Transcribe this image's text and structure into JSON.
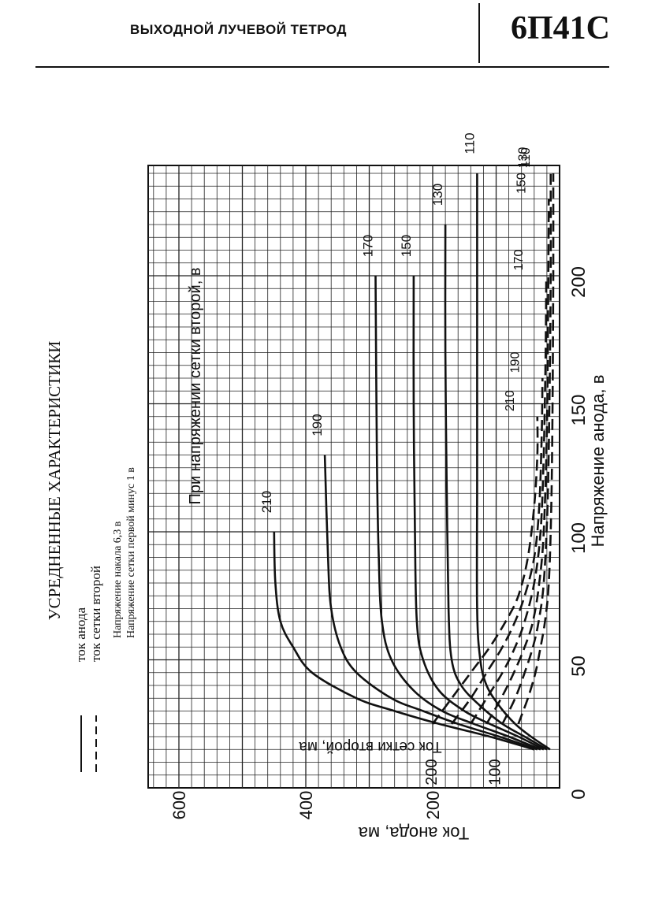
{
  "header": {
    "title": "ВЫХОДНОЙ ЛУЧЕВОЙ ТЕТРОД",
    "code": "6П41С"
  },
  "chart_data": {
    "type": "line",
    "title": "УСРЕДНЕННЫЕ ХАРАКТЕРИСТИКИ",
    "legend": [
      {
        "label": "ток анода",
        "style": "solid"
      },
      {
        "label": "ток сетки второй",
        "style": "dashed"
      }
    ],
    "conditions": [
      "Напряжение накала 6,3 в",
      "Напряжение сетки первой минус 1 в"
    ],
    "family_label": "При напряжении сетки второй, в",
    "xlabel": "Напряжение анода, в",
    "ylabel": "Ток анода, ма",
    "y2label": "Ток сетки второй, ма",
    "xlim": [
      0,
      240
    ],
    "ylim": [
      0,
      650
    ],
    "x_ticks": [
      "0",
      "50",
      "100",
      "150",
      "200"
    ],
    "y_ticks": [
      "200",
      "400",
      "600"
    ],
    "y2_ticks": [
      "100",
      "200"
    ],
    "grid": true,
    "rotated": "chart drawn rotated 90° counter-clockwise on the page",
    "series_anode": [
      {
        "name": "210",
        "x": [
          15,
          20,
          25,
          30,
          35,
          45,
          55,
          65,
          80,
          100
        ],
        "y": [
          40,
          110,
          190,
          260,
          320,
          390,
          420,
          440,
          448,
          450
        ]
      },
      {
        "name": "190",
        "x": [
          15,
          20,
          25,
          30,
          35,
          45,
          55,
          70,
          90,
          130
        ],
        "y": [
          35,
          95,
          160,
          215,
          265,
          320,
          345,
          360,
          365,
          370
        ]
      },
      {
        "name": "170",
        "x": [
          15,
          20,
          25,
          30,
          38,
          50,
          65,
          90,
          130,
          200
        ],
        "y": [
          30,
          80,
          135,
          185,
          230,
          265,
          280,
          285,
          288,
          290
        ]
      },
      {
        "name": "150",
        "x": [
          15,
          20,
          25,
          30,
          38,
          50,
          65,
          100,
          150,
          200
        ],
        "y": [
          25,
          65,
          110,
          150,
          190,
          215,
          225,
          228,
          230,
          230
        ]
      },
      {
        "name": "130",
        "x": [
          15,
          20,
          25,
          32,
          40,
          50,
          70,
          120,
          170,
          220
        ],
        "y": [
          20,
          55,
          90,
          125,
          155,
          170,
          175,
          178,
          180,
          180
        ]
      },
      {
        "name": "110",
        "x": [
          15,
          20,
          25,
          32,
          40,
          50,
          70,
          120,
          180,
          240
        ],
        "y": [
          15,
          45,
          70,
          95,
          115,
          125,
          130,
          130,
          130,
          130
        ]
      }
    ],
    "series_screen": [
      {
        "name": "210",
        "x": [
          25,
          35,
          45,
          55,
          65,
          75,
          90,
          110,
          130,
          145
        ],
        "y": [
          200,
          170,
          140,
          110,
          85,
          65,
          50,
          40,
          35,
          35
        ]
      },
      {
        "name": "190",
        "x": [
          25,
          35,
          45,
          55,
          65,
          75,
          90,
          110,
          140,
          160
        ],
        "y": [
          170,
          140,
          115,
          90,
          70,
          55,
          40,
          32,
          28,
          27
        ]
      },
      {
        "name": "170",
        "x": [
          25,
          35,
          45,
          55,
          65,
          80,
          100,
          130,
          170,
          200
        ],
        "y": [
          140,
          115,
          90,
          70,
          55,
          40,
          30,
          25,
          22,
          21
        ]
      },
      {
        "name": "150",
        "x": [
          25,
          35,
          45,
          55,
          65,
          80,
          100,
          140,
          190,
          230
        ],
        "y": [
          115,
          92,
          72,
          55,
          42,
          32,
          25,
          20,
          18,
          17
        ]
      },
      {
        "name": "130",
        "x": [
          25,
          35,
          45,
          55,
          65,
          80,
          110,
          150,
          200,
          240
        ],
        "y": [
          90,
          70,
          55,
          42,
          33,
          25,
          19,
          16,
          14,
          14
        ]
      },
      {
        "name": "110",
        "x": [
          25,
          35,
          45,
          55,
          65,
          80,
          110,
          150,
          200,
          240
        ],
        "y": [
          65,
          50,
          38,
          30,
          23,
          17,
          13,
          11,
          10,
          10
        ]
      }
    ]
  }
}
